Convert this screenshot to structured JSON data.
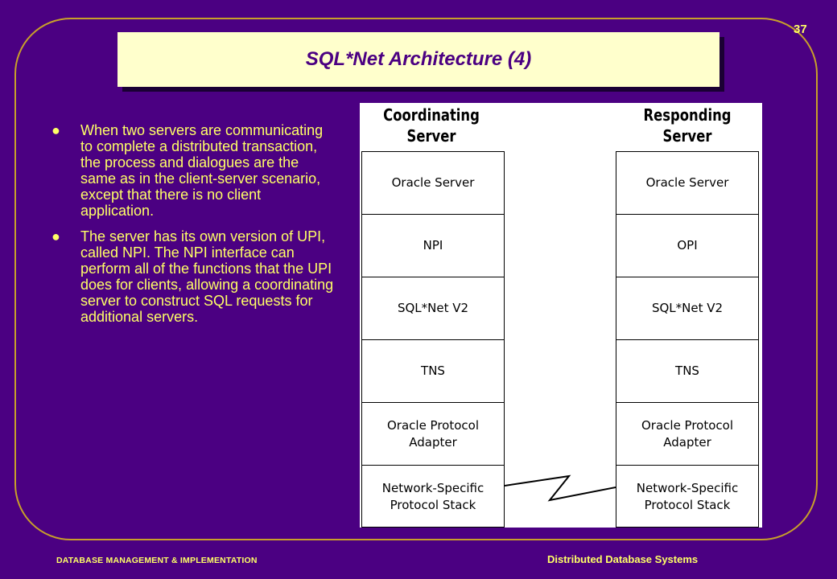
{
  "page_number": "37",
  "title": "SQL*Net Architecture (4)",
  "bullets": [
    "When two servers are communicating to complete a distributed transaction, the process and dialogues are the same as in the client-server scenario, except that there is no client application.",
    "The server has its own version of UPI, called NPI. The NPI interface can perform all of the functions that the UPI does for clients, allowing a coordinating server to construct SQL requests for additional servers."
  ],
  "diagram": {
    "left_title": "Coordinating\nServer",
    "right_title": "Responding\nServer",
    "left_layers": [
      "Oracle Server",
      "NPI",
      "SQL*Net V2",
      "TNS",
      "Oracle Protocol\nAdapter",
      "Network-Specific\nProtocol Stack"
    ],
    "right_layers": [
      "Oracle Server",
      "OPI",
      "SQL*Net V2",
      "TNS",
      "Oracle Protocol\nAdapter",
      "Network-Specific\nProtocol Stack"
    ]
  },
  "footer": {
    "left": "DATABASE MANAGEMENT & IMPLEMENTATION",
    "right": "Distributed Database Systems"
  },
  "colors": {
    "background": "#4b0082",
    "text": "#ffff66",
    "frame": "#c8a02a",
    "title_box": "#ffffcc"
  }
}
